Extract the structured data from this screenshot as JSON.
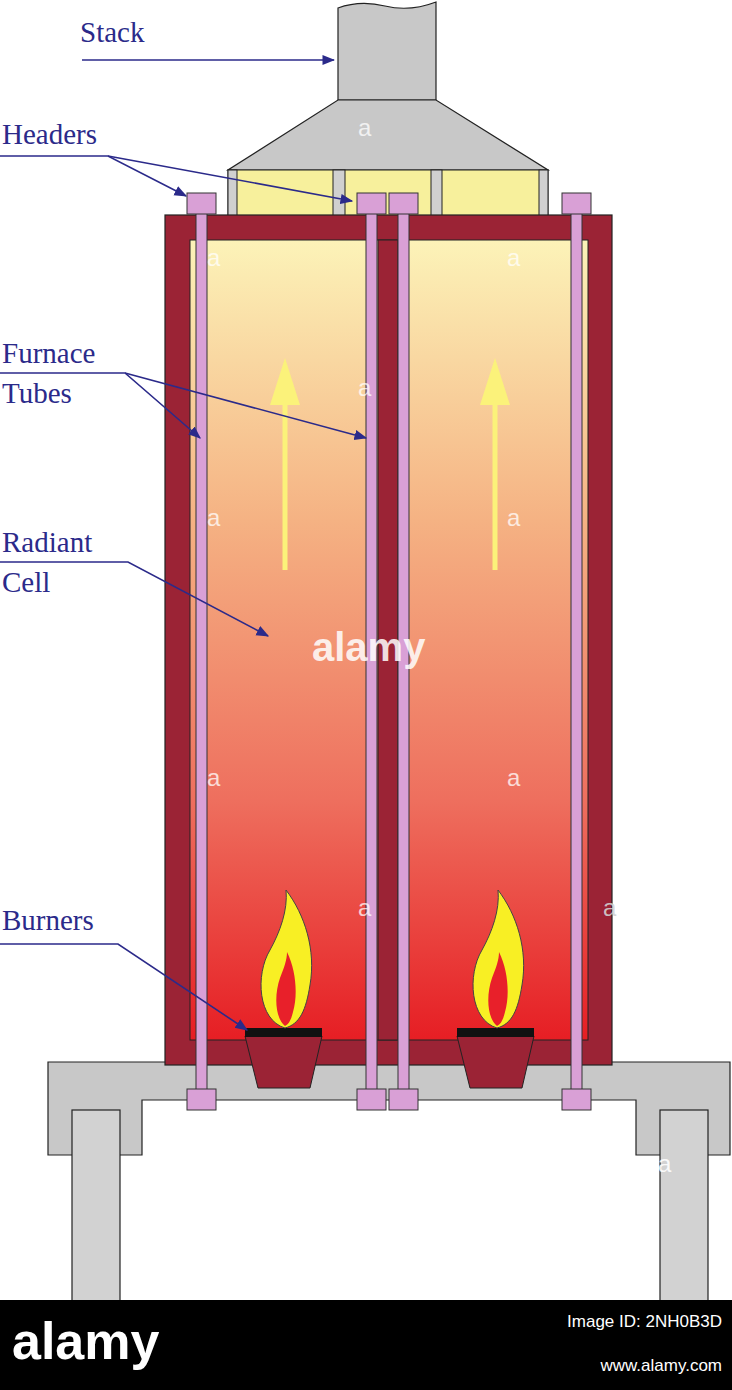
{
  "diagram": {
    "labels": [
      "Stack",
      "Headers",
      "Furnace Tubes",
      "Radiant Cell",
      "Burners",
      "a",
      "a",
      "a",
      "a",
      "a",
      "a",
      "a",
      "a",
      "a",
      "a",
      "a",
      "alamy",
      "alamy",
      "Image ID: 2NH0B3D",
      "www.alamy.com"
    ]
  }
}
